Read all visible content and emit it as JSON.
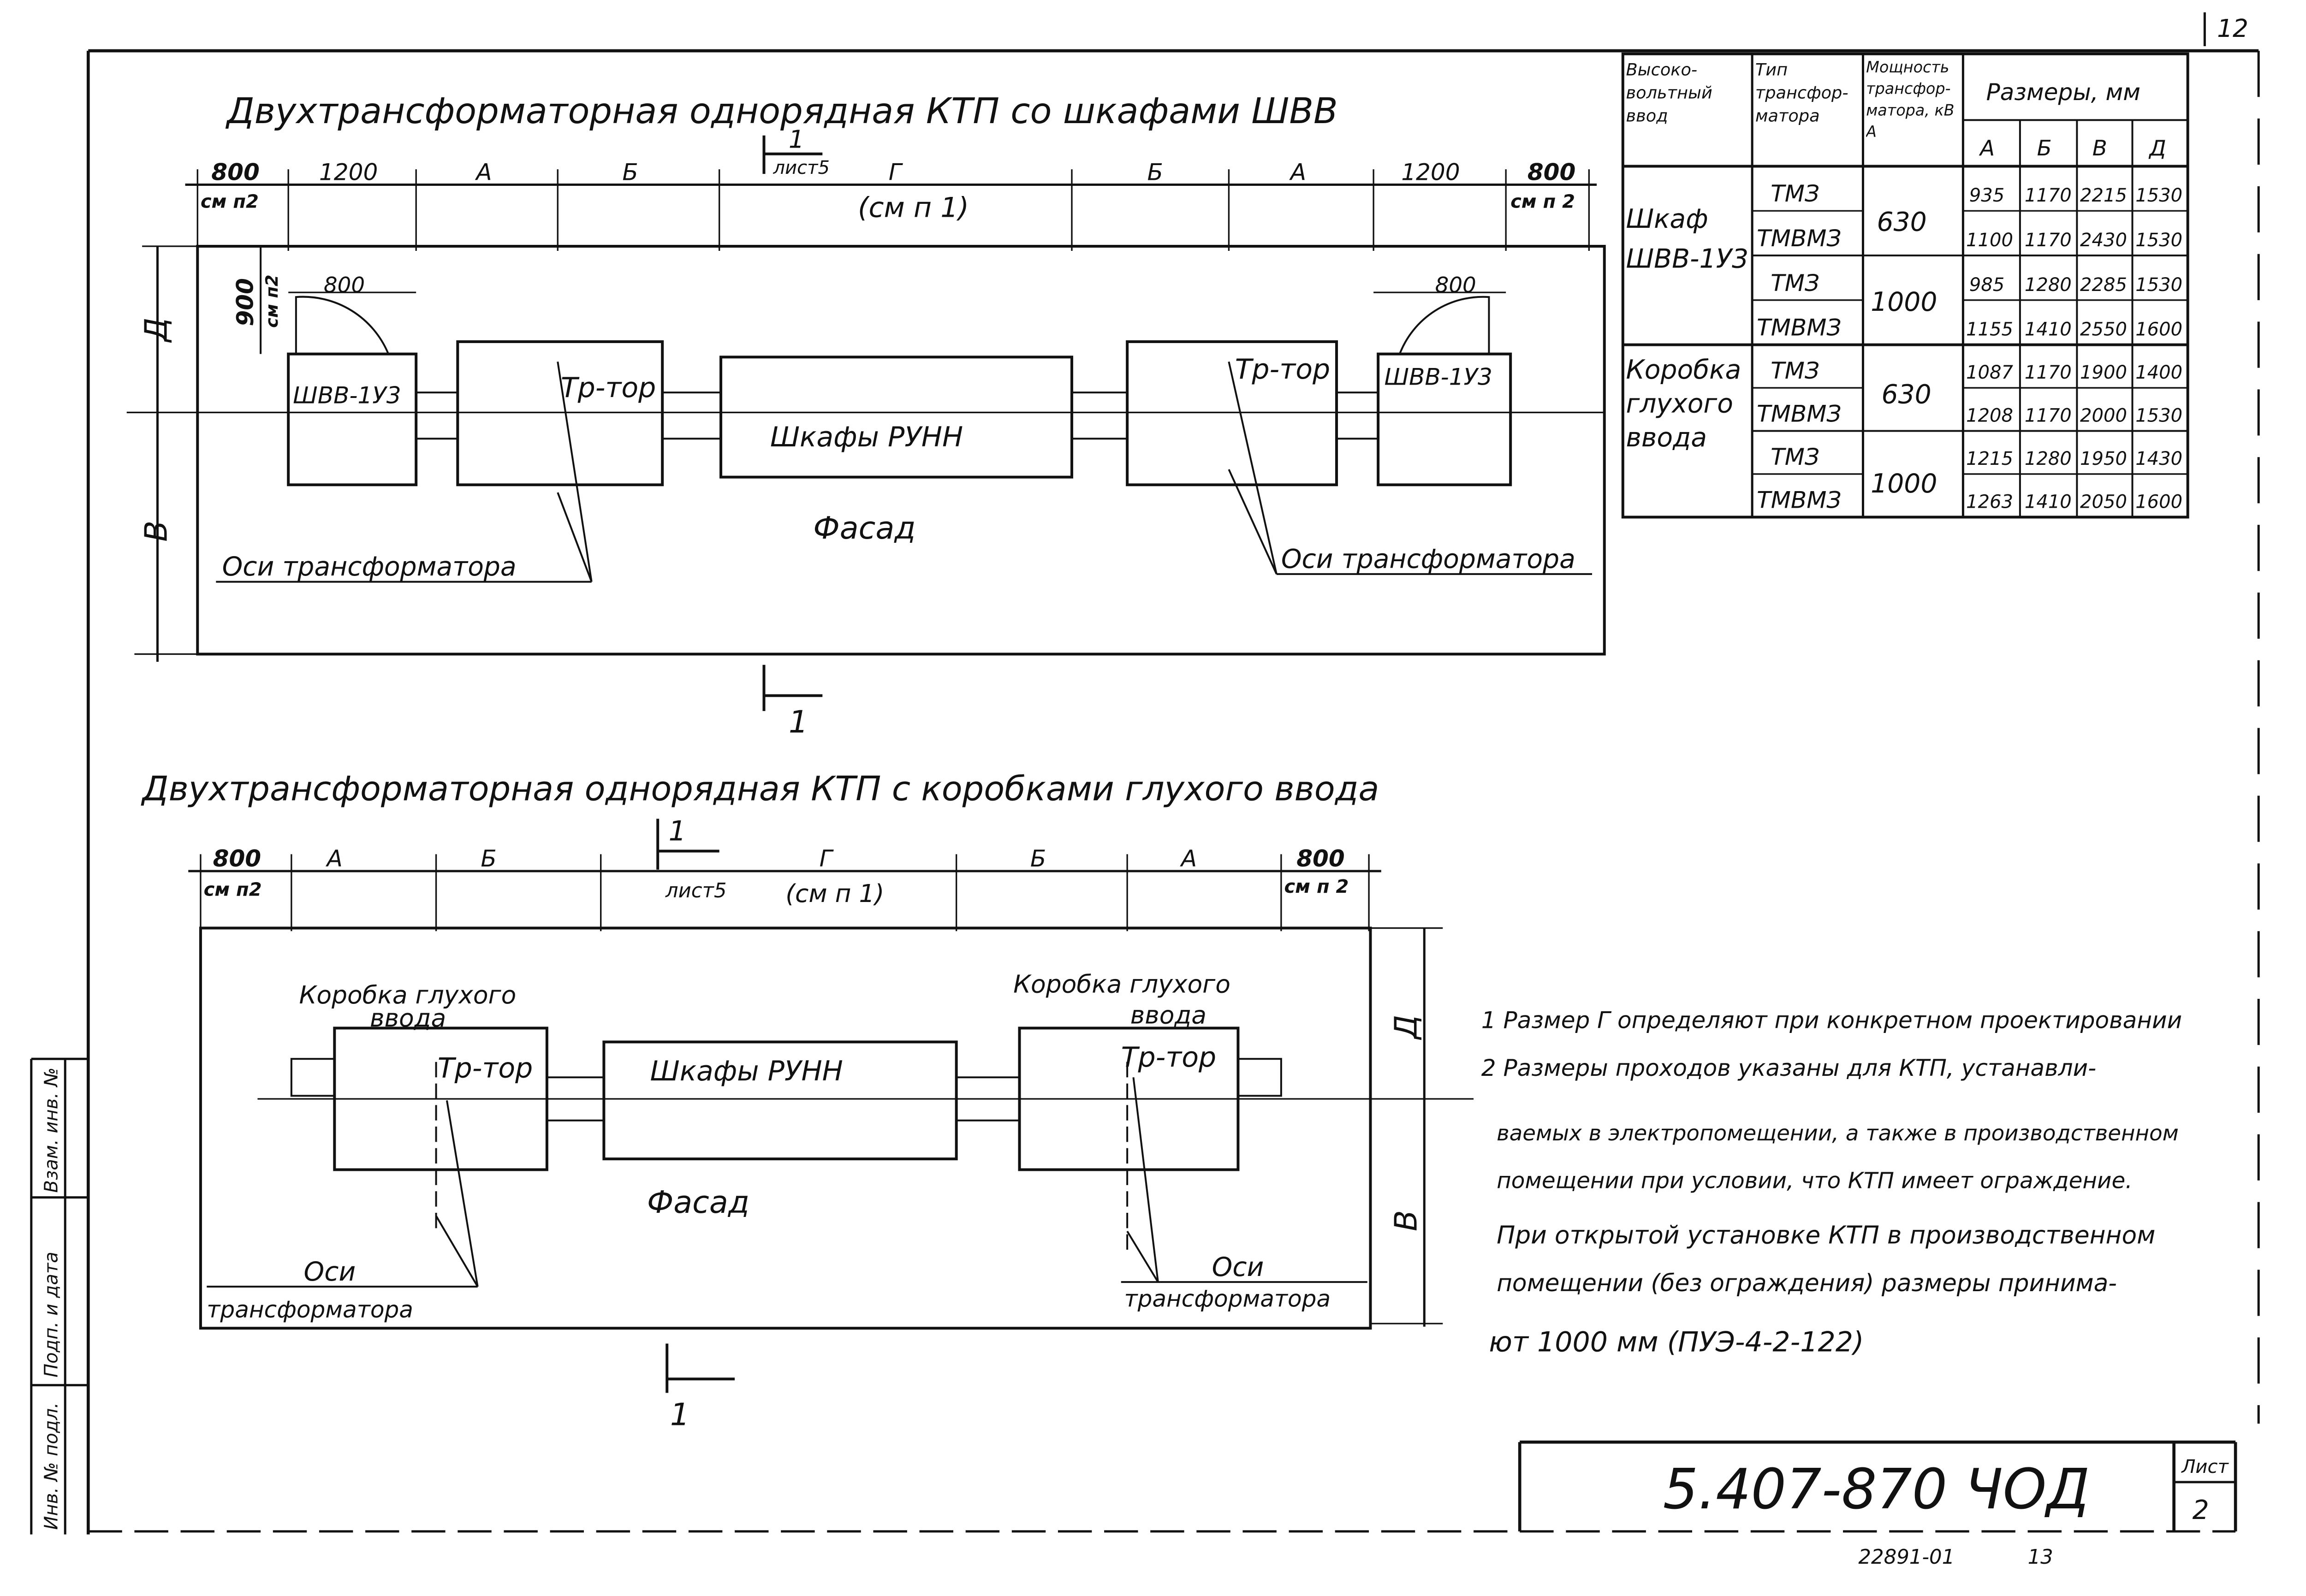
{
  "page_corner": "12",
  "diagram1": {
    "title": "Двухтрансформаторная однорядная КТП со шкафами ШВВ",
    "dims": [
      "800",
      "1200",
      "А",
      "Б",
      "Г",
      "Б",
      "А",
      "1200",
      "800"
    ],
    "dim_notes": {
      "left": "см п2",
      "right": "см п 2",
      "center": "(см п 1)"
    },
    "section_mark": {
      "num": "1",
      "sheet": "лист5"
    },
    "vert_dims": {
      "cabinet_h": "900",
      "cabinet_note": "см п2",
      "top": "Д",
      "bottom": "В"
    },
    "door_width": "800",
    "cabinet_label": "ШВВ-1У3",
    "transformer_label": "Тр-тор",
    "runn_label": "Шкафы РУНН",
    "facade": "Фасад",
    "axis_label": "Оси трансформатора",
    "section_bottom": "1"
  },
  "diagram2": {
    "title": "Двухтрансформаторная однорядная КТП с коробками глухого ввода",
    "dims": [
      "800",
      "А",
      "Б",
      "Г",
      "Б",
      "А",
      "800"
    ],
    "dim_notes": {
      "left": "см п2",
      "right": "см п 2",
      "center": "(см п 1)"
    },
    "section_mark": {
      "num": "1",
      "sheet": "лист5"
    },
    "vert_dims": {
      "top": "Д",
      "bottom": "В"
    },
    "box_label_1": "Коробка глухого",
    "box_label_2": "ввода",
    "transformer_label": "Тр-тор",
    "runn_label": "Шкафы РУНН",
    "facade": "Фасад",
    "axis_label_1": "Оси",
    "axis_label_2": "трансформатора",
    "section_bottom": "1"
  },
  "table": {
    "headers": {
      "input": "Высоко-вольтный ввод",
      "type": "Тип трансфор-матора",
      "power": "Мощность трансфор-матора, кВ А",
      "sizes": "Размеры, мм",
      "cols": [
        "А",
        "Б",
        "В",
        "Д"
      ]
    },
    "groups": [
      {
        "input": "Шкаф ШВВ-1У3",
        "rows": [
          {
            "type": "ТМЗ",
            "power": "630",
            "vals": [
              "935",
              "1170",
              "2215",
              "1530"
            ]
          },
          {
            "type": "ТМВМЗ",
            "power": "",
            "vals": [
              "1100",
              "1170",
              "2430",
              "1530"
            ]
          },
          {
            "type": "ТМЗ",
            "power": "1000",
            "vals": [
              "985",
              "1280",
              "2285",
              "1530"
            ]
          },
          {
            "type": "ТМВМЗ",
            "power": "",
            "vals": [
              "1155",
              "1410",
              "2550",
              "1600"
            ]
          }
        ]
      },
      {
        "input": "Коробка глухого ввода",
        "rows": [
          {
            "type": "ТМЗ",
            "power": "630",
            "vals": [
              "1087",
              "1170",
              "1900",
              "1400"
            ]
          },
          {
            "type": "ТМВМЗ",
            "power": "",
            "vals": [
              "1208",
              "1170",
              "2000",
              "1530"
            ]
          },
          {
            "type": "ТМЗ",
            "power": "1000",
            "vals": [
              "1215",
              "1280",
              "1950",
              "1430"
            ]
          },
          {
            "type": "ТМВМЗ",
            "power": "",
            "vals": [
              "1263",
              "1410",
              "2050",
              "1600"
            ]
          }
        ]
      }
    ]
  },
  "notes": [
    "1 Размер Г определяют при конкретном проектировании",
    "2 Размеры проходов указаны для КТП, устанавли-",
    "ваемых в электропомещении, а также в производственном",
    "помещении при условии, что КТП имеет ограждение.",
    "При открытой установке КТП в производственном",
    "помещении (без ограждения) размеры принима-",
    "ют 1000 мм (ПУЭ-4-2-122)"
  ],
  "stamp": {
    "code": "5.407-870 ЧОД",
    "sheet_label": "Лист",
    "sheet_num": "2",
    "bottom_code": "22891-01",
    "bottom_num": "13"
  },
  "side_labels": [
    "Взам. инв. №",
    "Подп. и дата",
    "Инв. № подл."
  ]
}
